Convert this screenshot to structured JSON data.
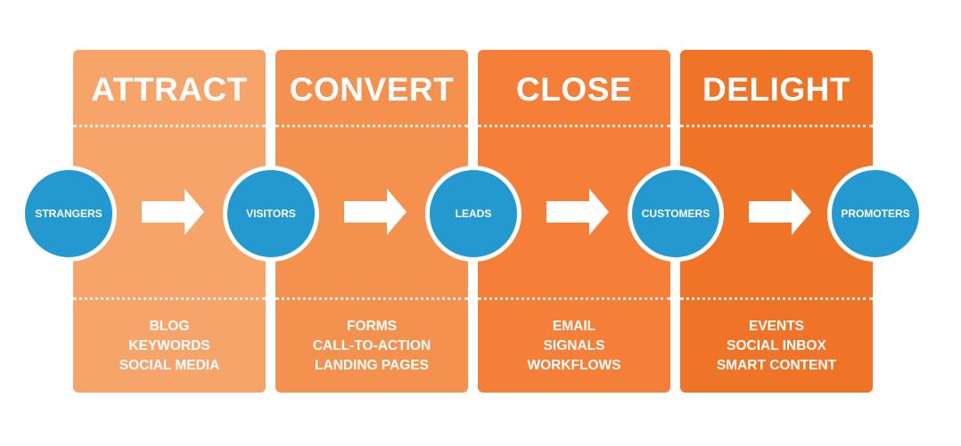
{
  "stages": [
    {
      "title": "ATTRACT",
      "color": "#f7a46b",
      "tactics": [
        "BLOG",
        "KEYWORDS",
        "SOCIAL MEDIA"
      ]
    },
    {
      "title": "CONVERT",
      "color": "#f5914f",
      "tactics": [
        "FORMS",
        "CALL-TO-ACTION",
        "LANDING PAGES"
      ]
    },
    {
      "title": "CLOSE",
      "color": "#f57f38",
      "tactics": [
        "EMAIL",
        "SIGNALS",
        "WORKFLOWS"
      ]
    },
    {
      "title": "DELIGHT",
      "color": "#f07428",
      "tactics": [
        "EVENTS",
        "SOCIAL INBOX",
        "SMART CONTENT"
      ]
    }
  ],
  "audiences": [
    "STRANGERS",
    "VISITORS",
    "LEADS",
    "CUSTOMERS",
    "PROMOTERS"
  ],
  "colors": {
    "circle": "#2499d0",
    "arrow": "#ffffff"
  }
}
